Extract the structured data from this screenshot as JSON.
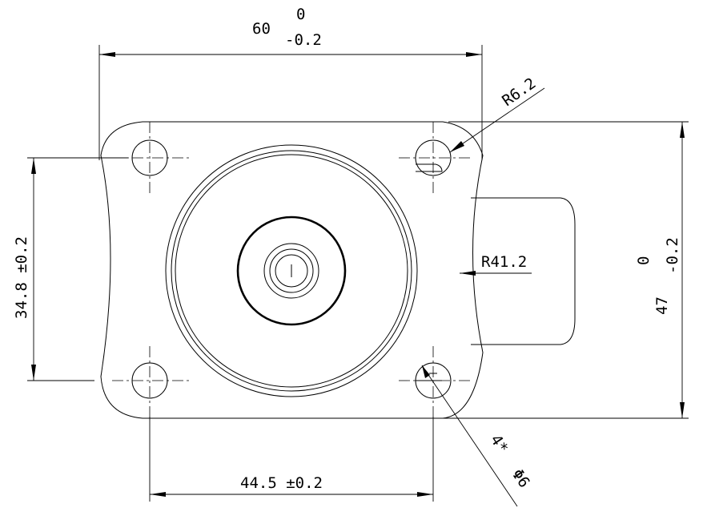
{
  "dimensions": {
    "width_nominal": "60",
    "width_upper_tol": "0",
    "width_lower_tol": "-0.2",
    "height_nominal": "47",
    "height_upper_tol": "0",
    "height_lower_tol": "-0.2",
    "hole_spacing_vertical": "34.8 ±0.2",
    "hole_spacing_horizontal": "44.5 ±0.2",
    "corner_radius": "R6.2",
    "wheel_radius": "R41.2",
    "hole_count": "4*",
    "hole_diameter": "Φ6"
  },
  "stroke_color": "#000000",
  "background_color": "#ffffff"
}
